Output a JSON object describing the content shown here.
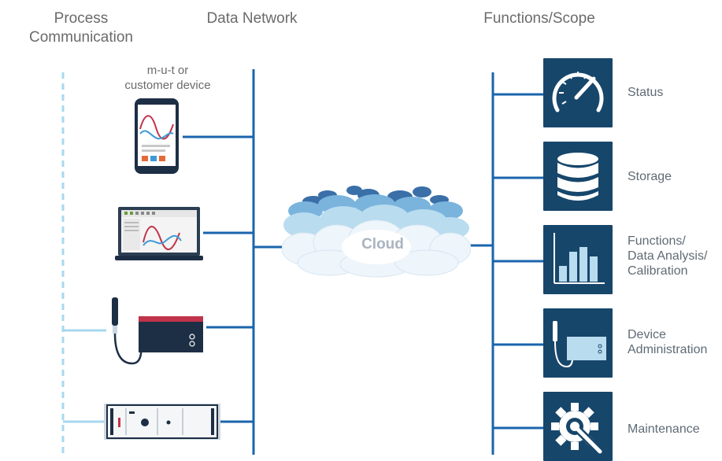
{
  "headers": {
    "process_line1": "Process",
    "process_line2": "Communication",
    "data_network": "Data Network",
    "functions_scope": "Functions/Scope"
  },
  "device_caption": {
    "line1": "m-u-t  or",
    "line2": "customer device"
  },
  "cloud": {
    "label": "Cloud"
  },
  "functions": [
    {
      "icon": "gauge-icon",
      "lines": [
        "Status"
      ]
    },
    {
      "icon": "database-icon",
      "lines": [
        "Storage"
      ]
    },
    {
      "icon": "bar-chart-icon",
      "lines": [
        "Functions/",
        "Data Analysis/",
        "Calibration"
      ]
    },
    {
      "icon": "device-admin-icon",
      "lines": [
        "Device",
        "Administration"
      ]
    },
    {
      "icon": "gear-wrench-icon",
      "lines": [
        "Maintenance"
      ]
    }
  ],
  "devices": [
    "smartphone-icon",
    "laptop-icon",
    "sensor-box-icon",
    "rack-unit-icon"
  ],
  "colors": {
    "network_line": "#1a64ad",
    "process_line": "#a7d8ef",
    "tile": "#17466b",
    "cloud_light": "#f3f8fc",
    "cloud_mid": "#b9dcef",
    "cloud_dark": "#3a7ab5"
  }
}
